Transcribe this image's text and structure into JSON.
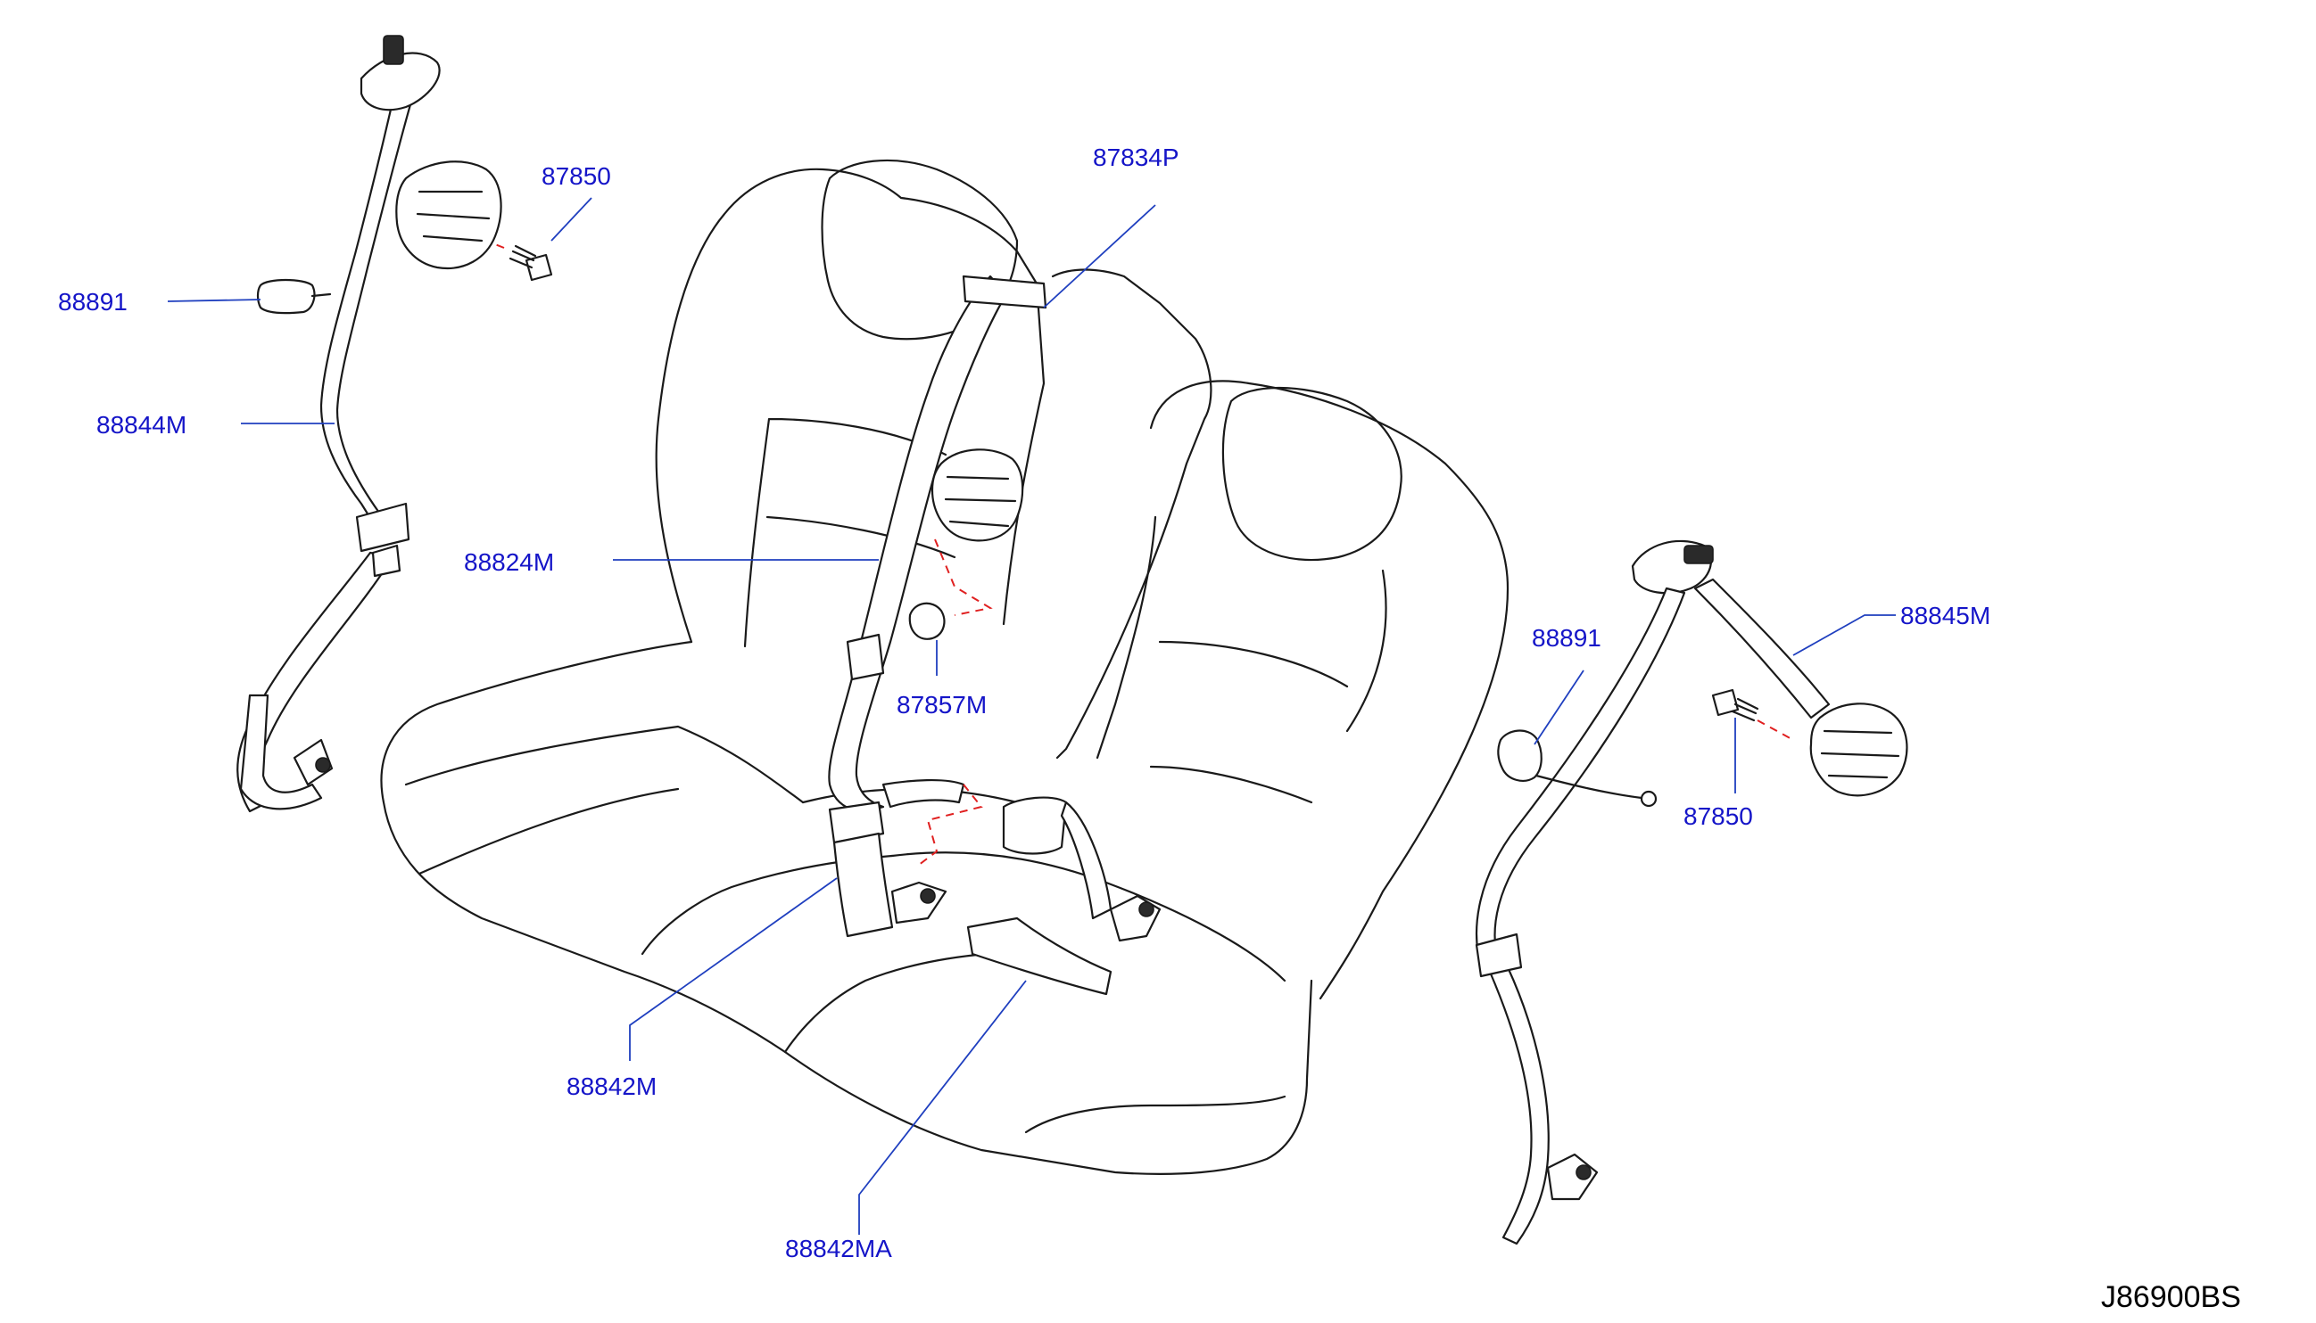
{
  "diagram": {
    "code": "J86900BS",
    "colors": {
      "callout": "#1515c8",
      "leader": "#1f3fbf",
      "dashed_path": "#e02020",
      "outline": "#1a1a1a"
    },
    "callouts": {
      "c87850_left": "87850",
      "c88891_left": "88891",
      "c88844M": "88844M",
      "c88824M": "88824M",
      "c87834P": "87834P",
      "c87857M": "87857M",
      "c88842M": "88842M",
      "c88842MA": "88842MA",
      "c88891_right": "88891",
      "c88845M": "88845M",
      "c87850_right": "87850"
    }
  }
}
